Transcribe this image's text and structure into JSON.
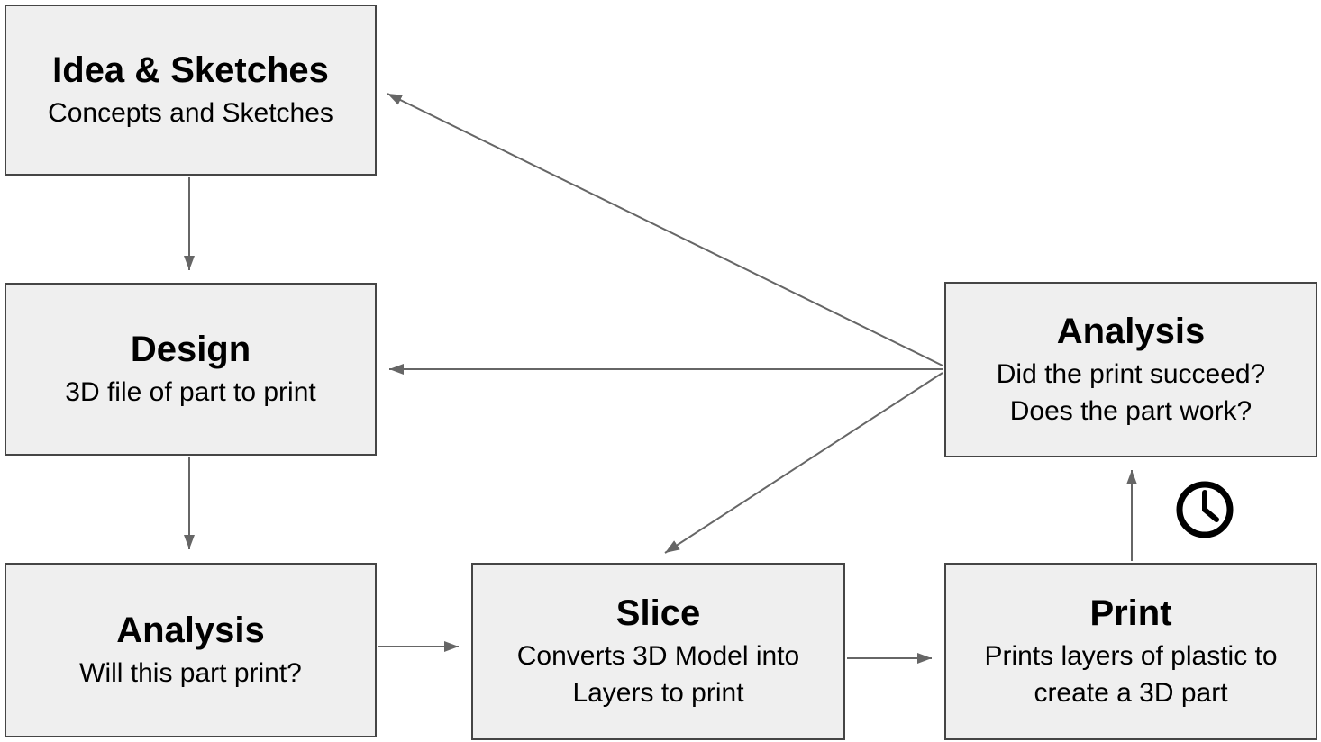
{
  "diagram": {
    "colors": {
      "background": "#ffffff",
      "node_fill": "#efefef",
      "node_border": "#454545",
      "arrow": "#666666",
      "text": "#000000",
      "clock_icon": "#000000"
    },
    "nodes": [
      {
        "id": "idea-sketches",
        "title": "Idea & Sketches",
        "subtitle": "Concepts and Sketches"
      },
      {
        "id": "design",
        "title": "Design",
        "subtitle": "3D file of part to print"
      },
      {
        "id": "analysis-pre-print",
        "title": "Analysis",
        "subtitle": "Will this part print?"
      },
      {
        "id": "slice",
        "title": "Slice",
        "subtitle": "Converts 3D Model into\nLayers to print"
      },
      {
        "id": "print",
        "title": "Print",
        "subtitle": "Prints layers of plastic to\ncreate a 3D part"
      },
      {
        "id": "analysis-post-print",
        "title": "Analysis",
        "subtitle": "Did the print succeed?\nDoes the part work?"
      }
    ],
    "edges": [
      {
        "from": "idea-sketches",
        "to": "design"
      },
      {
        "from": "design",
        "to": "analysis-pre-print"
      },
      {
        "from": "analysis-pre-print",
        "to": "slice"
      },
      {
        "from": "slice",
        "to": "print"
      },
      {
        "from": "print",
        "to": "analysis-post-print"
      },
      {
        "from": "analysis-post-print",
        "to": "design"
      },
      {
        "from": "analysis-post-print",
        "to": "idea-sketches"
      },
      {
        "from": "analysis-post-print",
        "to": "slice"
      }
    ],
    "icons": [
      {
        "name": "clock-icon"
      }
    ]
  }
}
